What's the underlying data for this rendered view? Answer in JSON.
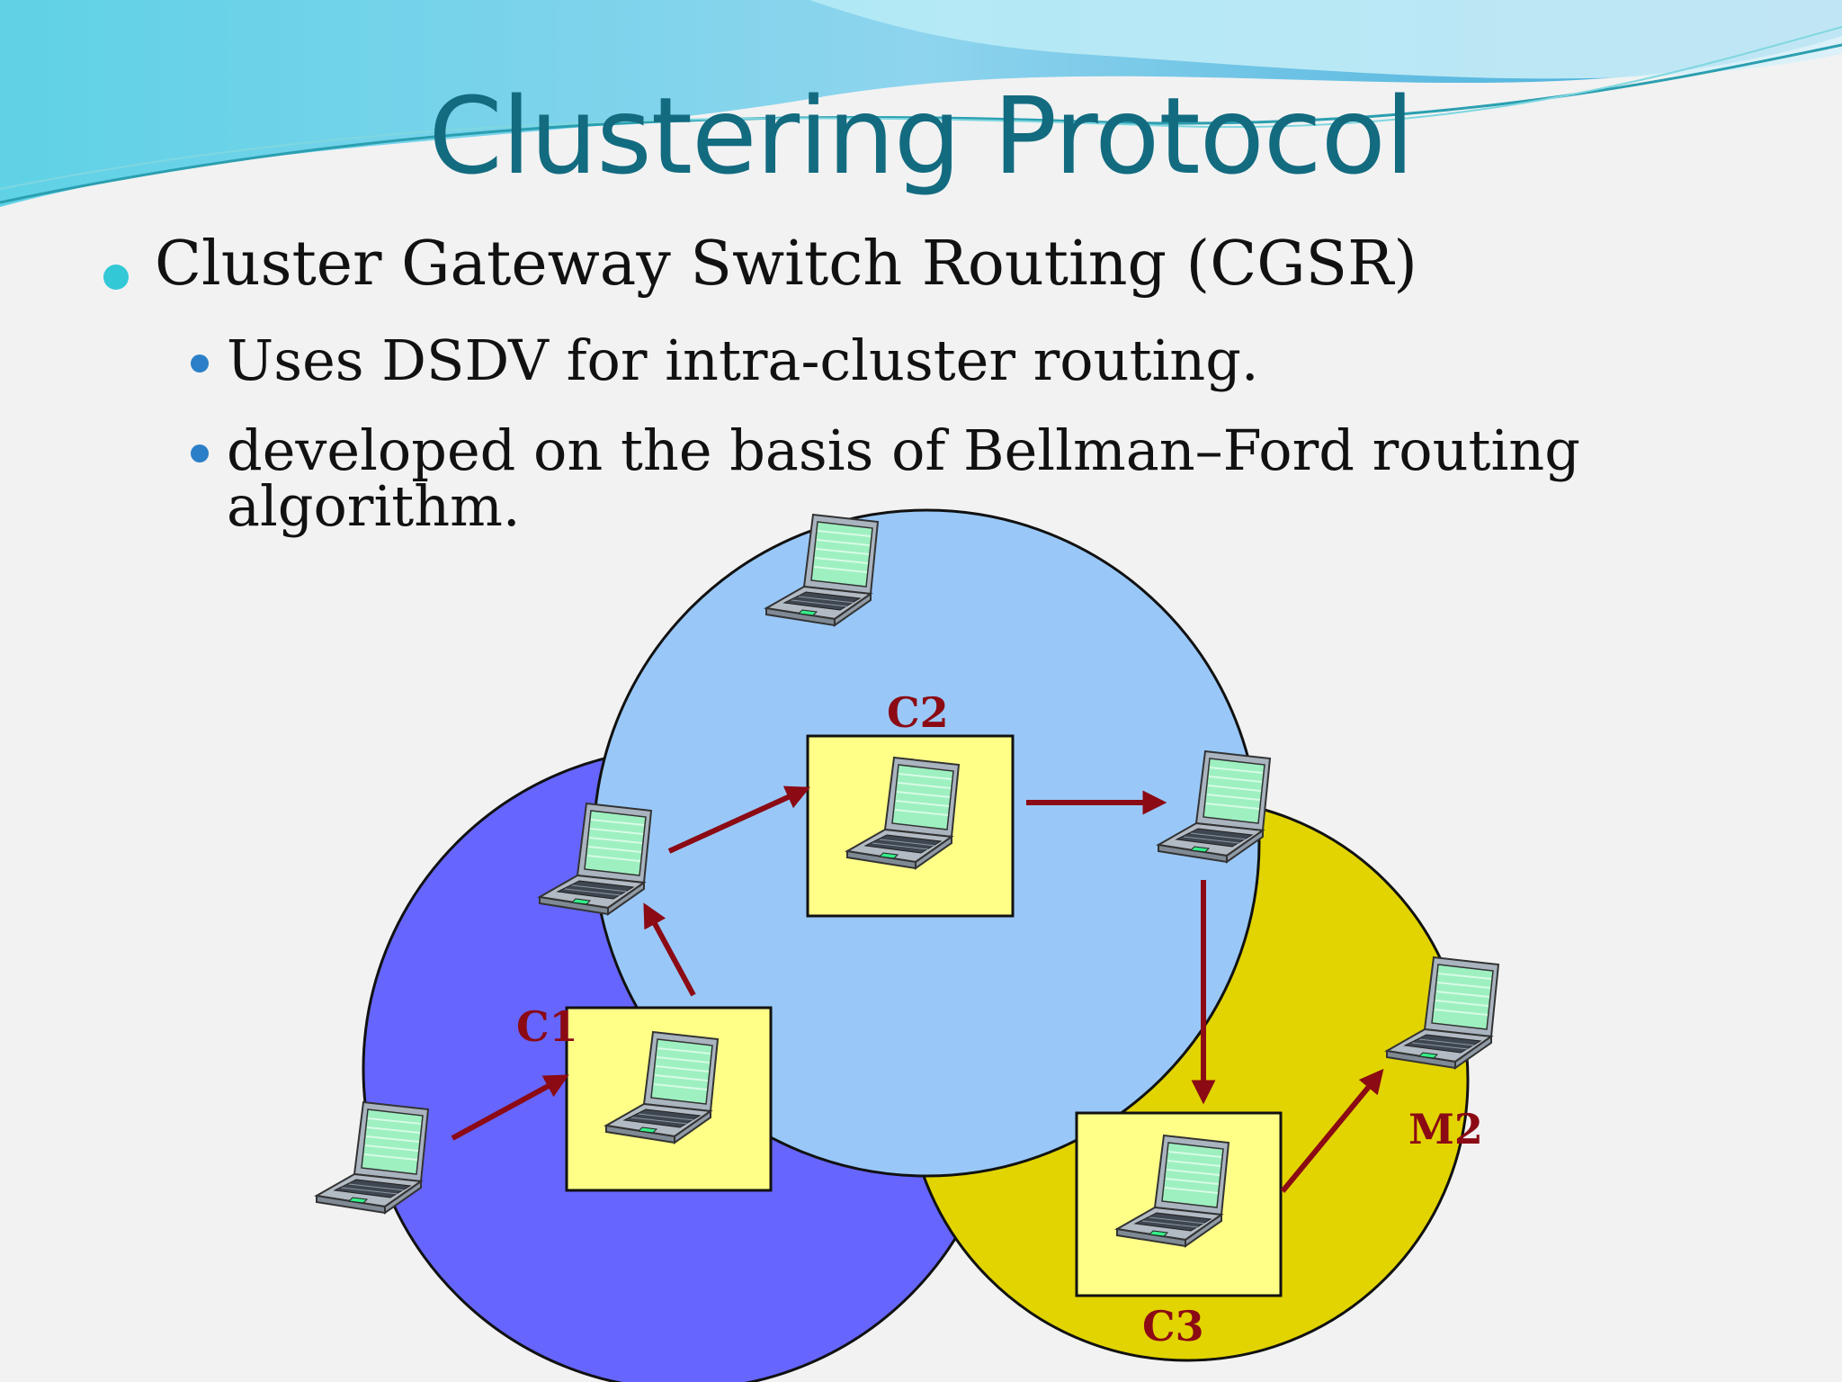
{
  "slide": {
    "title": "Clustering Protocol",
    "bullet_level1": "Cluster Gateway Switch Routing (CGSR)",
    "bullets_level2": [
      "Uses DSDV for intra-cluster routing.",
      "developed on the basis of Bellman–Ford routing algorithm."
    ]
  },
  "diagram": {
    "cluster_labels": {
      "c1": "C1",
      "c2": "C2",
      "c3": "C3",
      "m2": "M2"
    },
    "colors": {
      "cluster1": "#6666ff",
      "cluster2": "#99c8f8",
      "cluster3": "#e2d400",
      "cluster_head_box": "#ffff88",
      "arrow": "#8b0a14",
      "title": "#136b80"
    },
    "icons": [
      "laptop-icon"
    ]
  }
}
